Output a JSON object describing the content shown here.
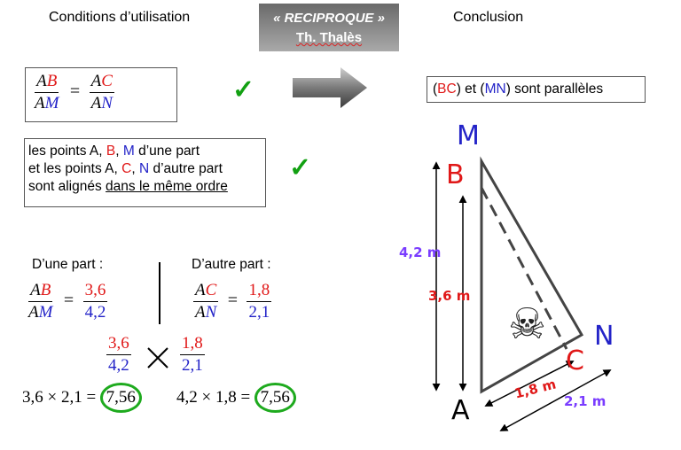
{
  "headers": {
    "conditions": "Conditions d’utilisation",
    "banner_line1": "« RECIPROQUE »",
    "banner_line2": "Th. Thalès",
    "conclusion": "Conclusion"
  },
  "ratio_condition": {
    "left_num_a": "A",
    "left_num_b": "B",
    "left_den_a": "A",
    "left_den_b": "M",
    "right_num_a": "A",
    "right_num_b": "C",
    "right_den_a": "A",
    "right_den_b": "N",
    "equals": "="
  },
  "alignment_condition": {
    "l1_pre": "les points A, ",
    "l1_b": "B",
    "l1_sep": ", ",
    "l1_m": "M",
    "l1_post": " d’une part",
    "l2_pre": "et les points A, ",
    "l2_c": "C",
    "l2_sep": ", ",
    "l2_n": "N",
    "l2_post": " d’autre part",
    "l3_pre": "sont alignés ",
    "l3_und": "dans le même ordre"
  },
  "checkmark": "✓",
  "conclusion_text": {
    "p1": "(",
    "bc": "BC",
    "p2": ") et (",
    "mn": "MN",
    "p3": ") sont parallèles"
  },
  "computation": {
    "dune_part": "D’une part :",
    "dautre_part": "D’autre part :",
    "f1_num_a": "A",
    "f1_num_b": "B",
    "f1_den_a": "A",
    "f1_den_b": "M",
    "f1_val_num": "3,6",
    "f1_val_den": "4,2",
    "f2_num_a": "A",
    "f2_num_b": "C",
    "f2_den_a": "A",
    "f2_den_b": "N",
    "f2_val_num": "1,8",
    "f2_val_den": "2,1",
    "cross_num_l": "3,6",
    "cross_den_l": "4,2",
    "cross_num_r": "1,8",
    "cross_den_r": "2,1",
    "prod1": "3,6 × 2,1 =",
    "res1": "7,56",
    "prod2": "4,2 × 1,8 =",
    "res2": "7,56",
    "equals": "="
  },
  "figure": {
    "points": {
      "M": "M",
      "B": "B",
      "A": "A",
      "C": "C",
      "N": "N"
    },
    "measures": {
      "am": "4,2 m",
      "ab": "3,6 m",
      "ac": "1,8 m",
      "an": "2,1 m"
    },
    "skull": "☠"
  }
}
